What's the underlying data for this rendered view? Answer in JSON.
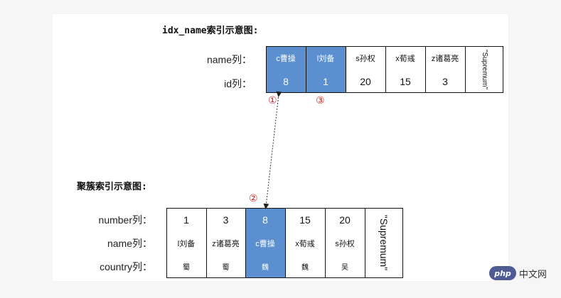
{
  "secondary_index": {
    "title": "idx_name索引示意图:",
    "row_labels": [
      "name列：",
      "id列："
    ],
    "names": [
      "c曹操",
      "l刘备",
      "s孙权",
      "x荀彧",
      "z诸葛亮"
    ],
    "ids": [
      "8",
      "1",
      "20",
      "15",
      "3"
    ],
    "supremum": "\"Supremum\"",
    "highlight_color": "#5b8fd0"
  },
  "clustered_index": {
    "title": "聚簇索引示意图:",
    "row_labels": [
      "number列：",
      "name列：",
      "country列："
    ],
    "numbers": [
      "1",
      "3",
      "8",
      "15",
      "20"
    ],
    "names": [
      "l刘备",
      "z诸葛亮",
      "c曹操",
      "x荀彧",
      "s孙权"
    ],
    "countries": [
      "蜀",
      "蜀",
      "魏",
      "魏",
      "吴"
    ],
    "supremum": "\"Supremum\"",
    "highlight_color": "#5b8fd0"
  },
  "markers": {
    "one": "①",
    "two": "②",
    "three": "③",
    "color": "#d32020"
  },
  "watermark": {
    "badge": "php",
    "text": "中文网"
  }
}
